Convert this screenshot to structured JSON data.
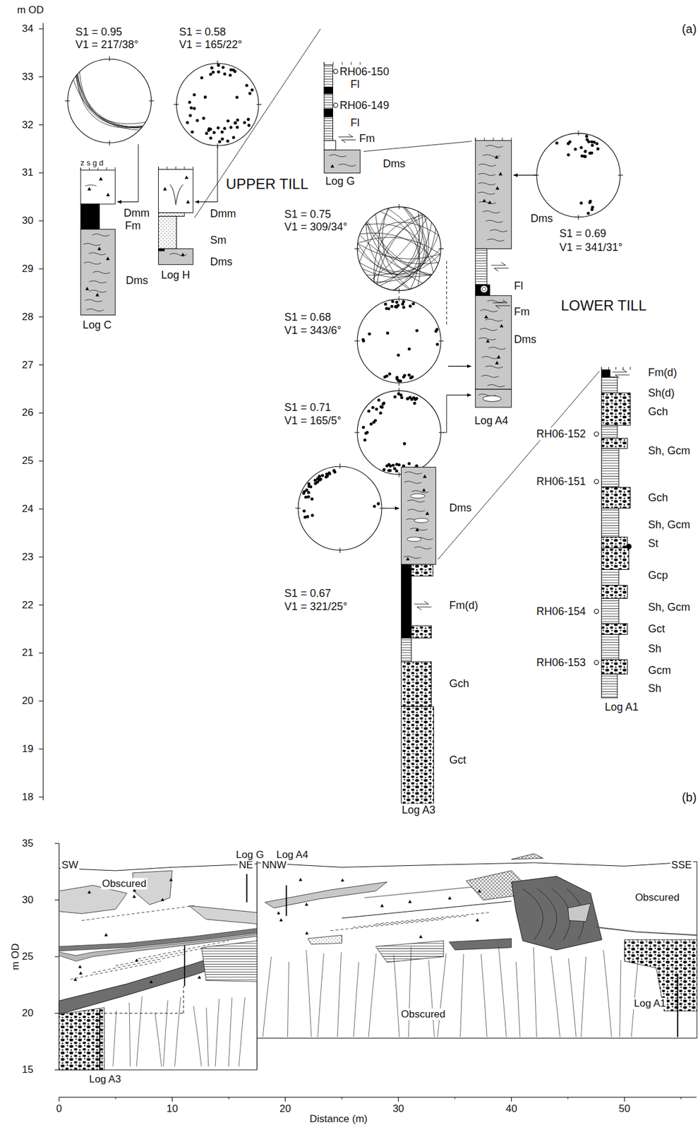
{
  "diagram": {
    "labels": [
      "m OD",
      "34",
      "33",
      "32",
      "31",
      "30",
      "29",
      "28",
      "27",
      "26",
      "25",
      "24",
      "23",
      "22",
      "21",
      "20",
      "19",
      "18",
      "(a)",
      "S1 = 0.95",
      "V1 = 217/38°",
      "S1 = 0.58",
      "V1 = 165/22°",
      "z s g d",
      "Dmm",
      "Fm",
      "Dms",
      "Log C",
      "Dmm",
      "Sm",
      "Dms",
      "Log H",
      "UPPER TILL",
      "RH06-150",
      "Fl",
      "RH06-149",
      "Fl",
      "Fm",
      "Dms",
      "Log G",
      "S1 = 0.69",
      "V1 = 341/31°",
      "Dms",
      "Fl",
      "Fm",
      "Dms",
      "LOWER TILL",
      "Log A4",
      "S1 = 0.75",
      "V1 = 309/34°",
      "S1 = 0.68",
      "V1 = 343/6°",
      "S1 = 0.71",
      "V1 = 165/5°",
      "S1 = 0.67",
      "V1 = 321/25°",
      "Dms",
      "Fm(d)",
      "Gch",
      "Gct",
      "Log A3",
      "Fm(d)",
      "Sh(d)",
      "Gch",
      "Sh, Gcm",
      "Gch",
      "Sh, Gcm",
      "St",
      "Gcp",
      "Sh, Gcm",
      "Gct",
      "Sh",
      "Gcm",
      "Sh",
      "RH06-152",
      "RH06-151",
      "RH06-154",
      "RH06-153",
      "Log A1",
      "(b)",
      "m OD",
      "35",
      "30",
      "25",
      "20",
      "15",
      "0",
      "10",
      "20",
      "30",
      "40",
      "50",
      "Distance (m)",
      "SW",
      "NE",
      "NNW",
      "SSE",
      "Obscured",
      "Obscured",
      "Obscured",
      "Log G",
      "Log A4",
      "Log A1",
      "Log A3"
    ]
  }
}
